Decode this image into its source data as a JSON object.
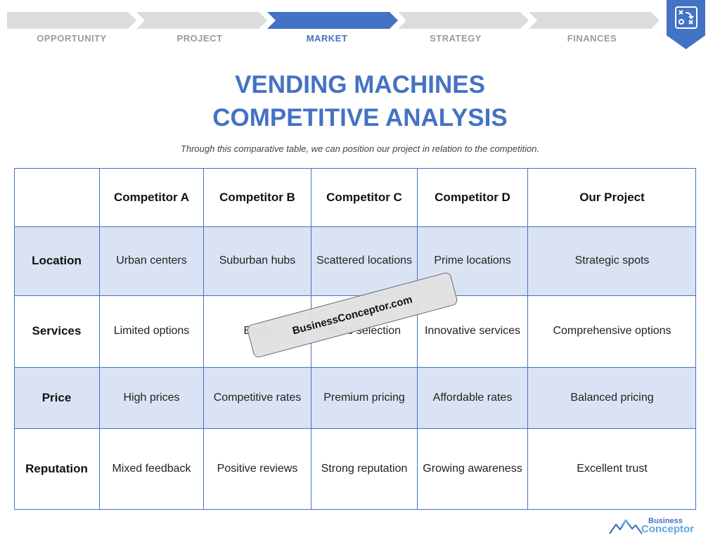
{
  "steps": [
    {
      "label": "OPPORTUNITY",
      "active": false
    },
    {
      "label": "PROJECT",
      "active": false
    },
    {
      "label": "MARKET",
      "active": true
    },
    {
      "label": "STRATEGY",
      "active": false
    },
    {
      "label": "FINANCES",
      "active": false
    }
  ],
  "badge_icon": "strategy-play-icon",
  "title_line1": "VENDING MACHINES",
  "title_line2": "COMPETITIVE ANALYSIS",
  "subtitle": "Through this comparative table, we can position our project in relation to the competition.",
  "table": {
    "columns": [
      "",
      "Competitor A",
      "Competitor B",
      "Competitor C",
      "Competitor D",
      "Our Project"
    ],
    "rows": [
      {
        "label": "Location",
        "cells": [
          "Urban centers",
          "Suburban hubs",
          "Scattered locations",
          "Prime locations",
          "Strategic spots"
        ]
      },
      {
        "label": "Services",
        "cells": [
          "Limited options",
          "Basic",
          "Wide selection",
          "Innovative services",
          "Comprehensive options"
        ]
      },
      {
        "label": "Price",
        "cells": [
          "High prices",
          "Competitive rates",
          "Premium pricing",
          "Affordable rates",
          "Balanced pricing"
        ]
      },
      {
        "label": "Reputation",
        "cells": [
          "Mixed feedback",
          "Positive reviews",
          "Strong reputation",
          "Growing awareness",
          "Excellent trust"
        ]
      }
    ]
  },
  "watermark": "BusinessConceptor.com",
  "logo": {
    "top": "Business",
    "bottom": "Conceptor"
  },
  "colors": {
    "accent": "#4472c4",
    "shade": "#dae3f3",
    "inactive": "#dcdcdc"
  }
}
